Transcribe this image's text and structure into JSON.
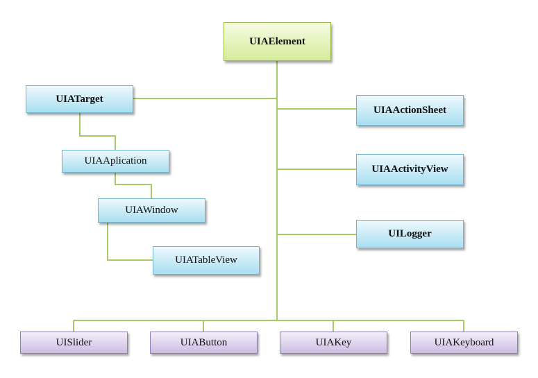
{
  "colors": {
    "connector": "#a9c969",
    "root_fill": "#d4ec9a",
    "blue_fill": "#a9def0",
    "purple_fill": "#cbbde2"
  },
  "diagram": {
    "root": "UIAElement",
    "left_chain": [
      "UIATarget",
      "UIAAplication",
      "UIAWindow",
      "UIATableView"
    ],
    "right_children": [
      "UIAActionSheet",
      "UIAActivityView",
      "UILogger"
    ],
    "bottom_children": [
      "UISlider",
      "UIAButton",
      "UIAKey",
      "UIAKeyboard"
    ]
  }
}
